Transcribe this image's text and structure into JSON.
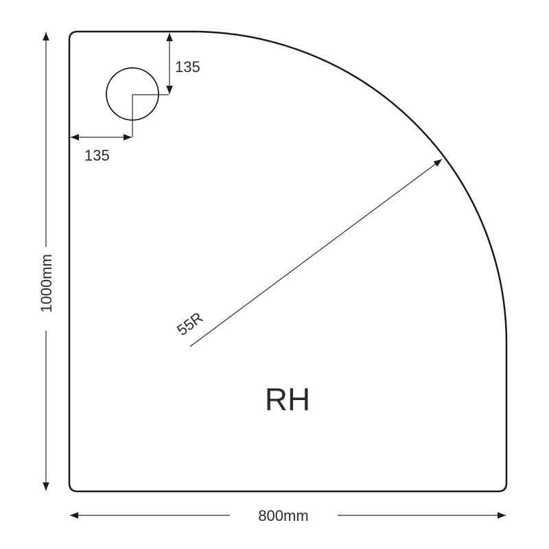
{
  "diagram": {
    "width_label": "800mm",
    "height_label": "1000mm",
    "waste_offset_top_label": "135",
    "waste_offset_left_label": "135",
    "radius_label": "55R",
    "handing_label": "RH"
  },
  "colors": {
    "outline": "#1a1a1a",
    "dimension": "#2a2a2a"
  }
}
